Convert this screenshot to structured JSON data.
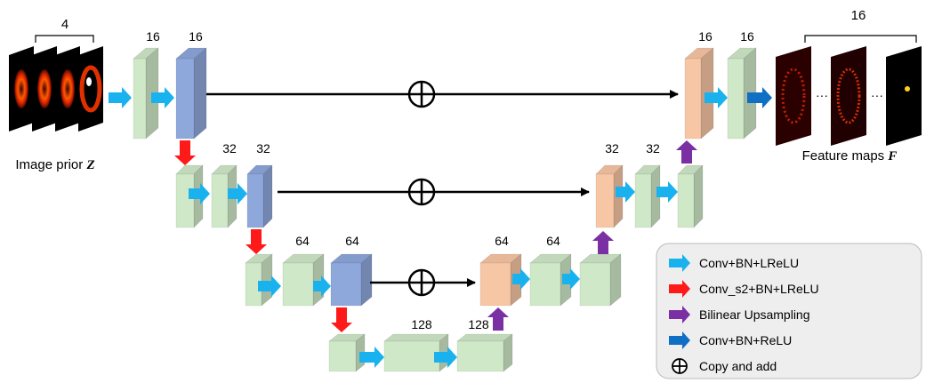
{
  "input": {
    "count_label": "4",
    "caption_text": "Image prior ",
    "caption_symbol": "Z"
  },
  "output": {
    "count_label": "16",
    "caption_text": "Feature maps ",
    "caption_symbol": "F",
    "ellipsis": "···"
  },
  "channels": {
    "l1_a": "16",
    "l1_b": "16",
    "l2_a": "32",
    "l2_b": "32",
    "l3_a": "64",
    "l3_b": "64",
    "l4_a": "128",
    "l4_b": "128",
    "d3_a": "64",
    "d3_b": "64",
    "d2_a": "32",
    "d2_b": "32",
    "d1_a": "16",
    "d1_b": "16"
  },
  "legend": {
    "items": [
      {
        "label": "Conv+BN+LReLU",
        "color": "#19b2ee"
      },
      {
        "label": "Conv_s2+BN+LReLU",
        "color": "#ff1a1a"
      },
      {
        "label": "Bilinear Upsampling",
        "color": "#7a2fa3"
      },
      {
        "label": "Conv+BN+ReLU",
        "color": "#0f6fc4"
      },
      {
        "label": "Copy and add",
        "color": "#000000"
      }
    ]
  },
  "colors": {
    "green_block": "#cfe8c8",
    "blue_block": "#8ea8dc",
    "orange_block": "#f7c6a5",
    "conv_arrow": "#19b2ee",
    "down_arrow": "#ff1a1a",
    "up_arrow": "#7a2fa3",
    "final_arrow": "#0f6fc4",
    "legend_bg": "#eeeeee"
  }
}
